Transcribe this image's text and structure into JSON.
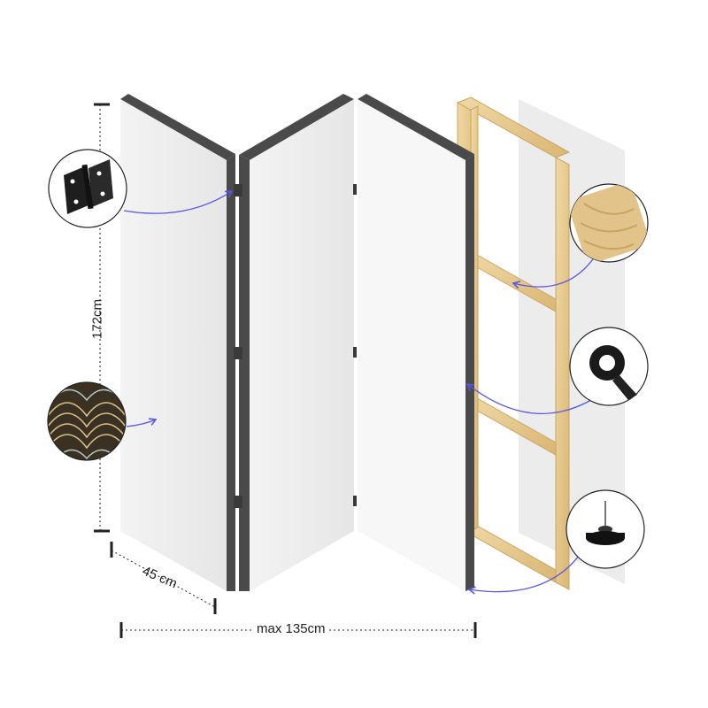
{
  "dimensions": {
    "height": "172cm",
    "depth": "45 cm",
    "width": "max 135cm"
  },
  "callouts": [
    {
      "icon": "hinge-icon"
    },
    {
      "icon": "pattern-swatch-icon"
    },
    {
      "icon": "wood-sample-icon"
    },
    {
      "icon": "tape-roll-icon"
    },
    {
      "icon": "foot-glide-icon"
    }
  ],
  "colors": {
    "panel": "#eeeeee",
    "panel_edge": "#4a4a4a",
    "wood": "#e8cb8c",
    "arrow": "#5b56e0"
  }
}
